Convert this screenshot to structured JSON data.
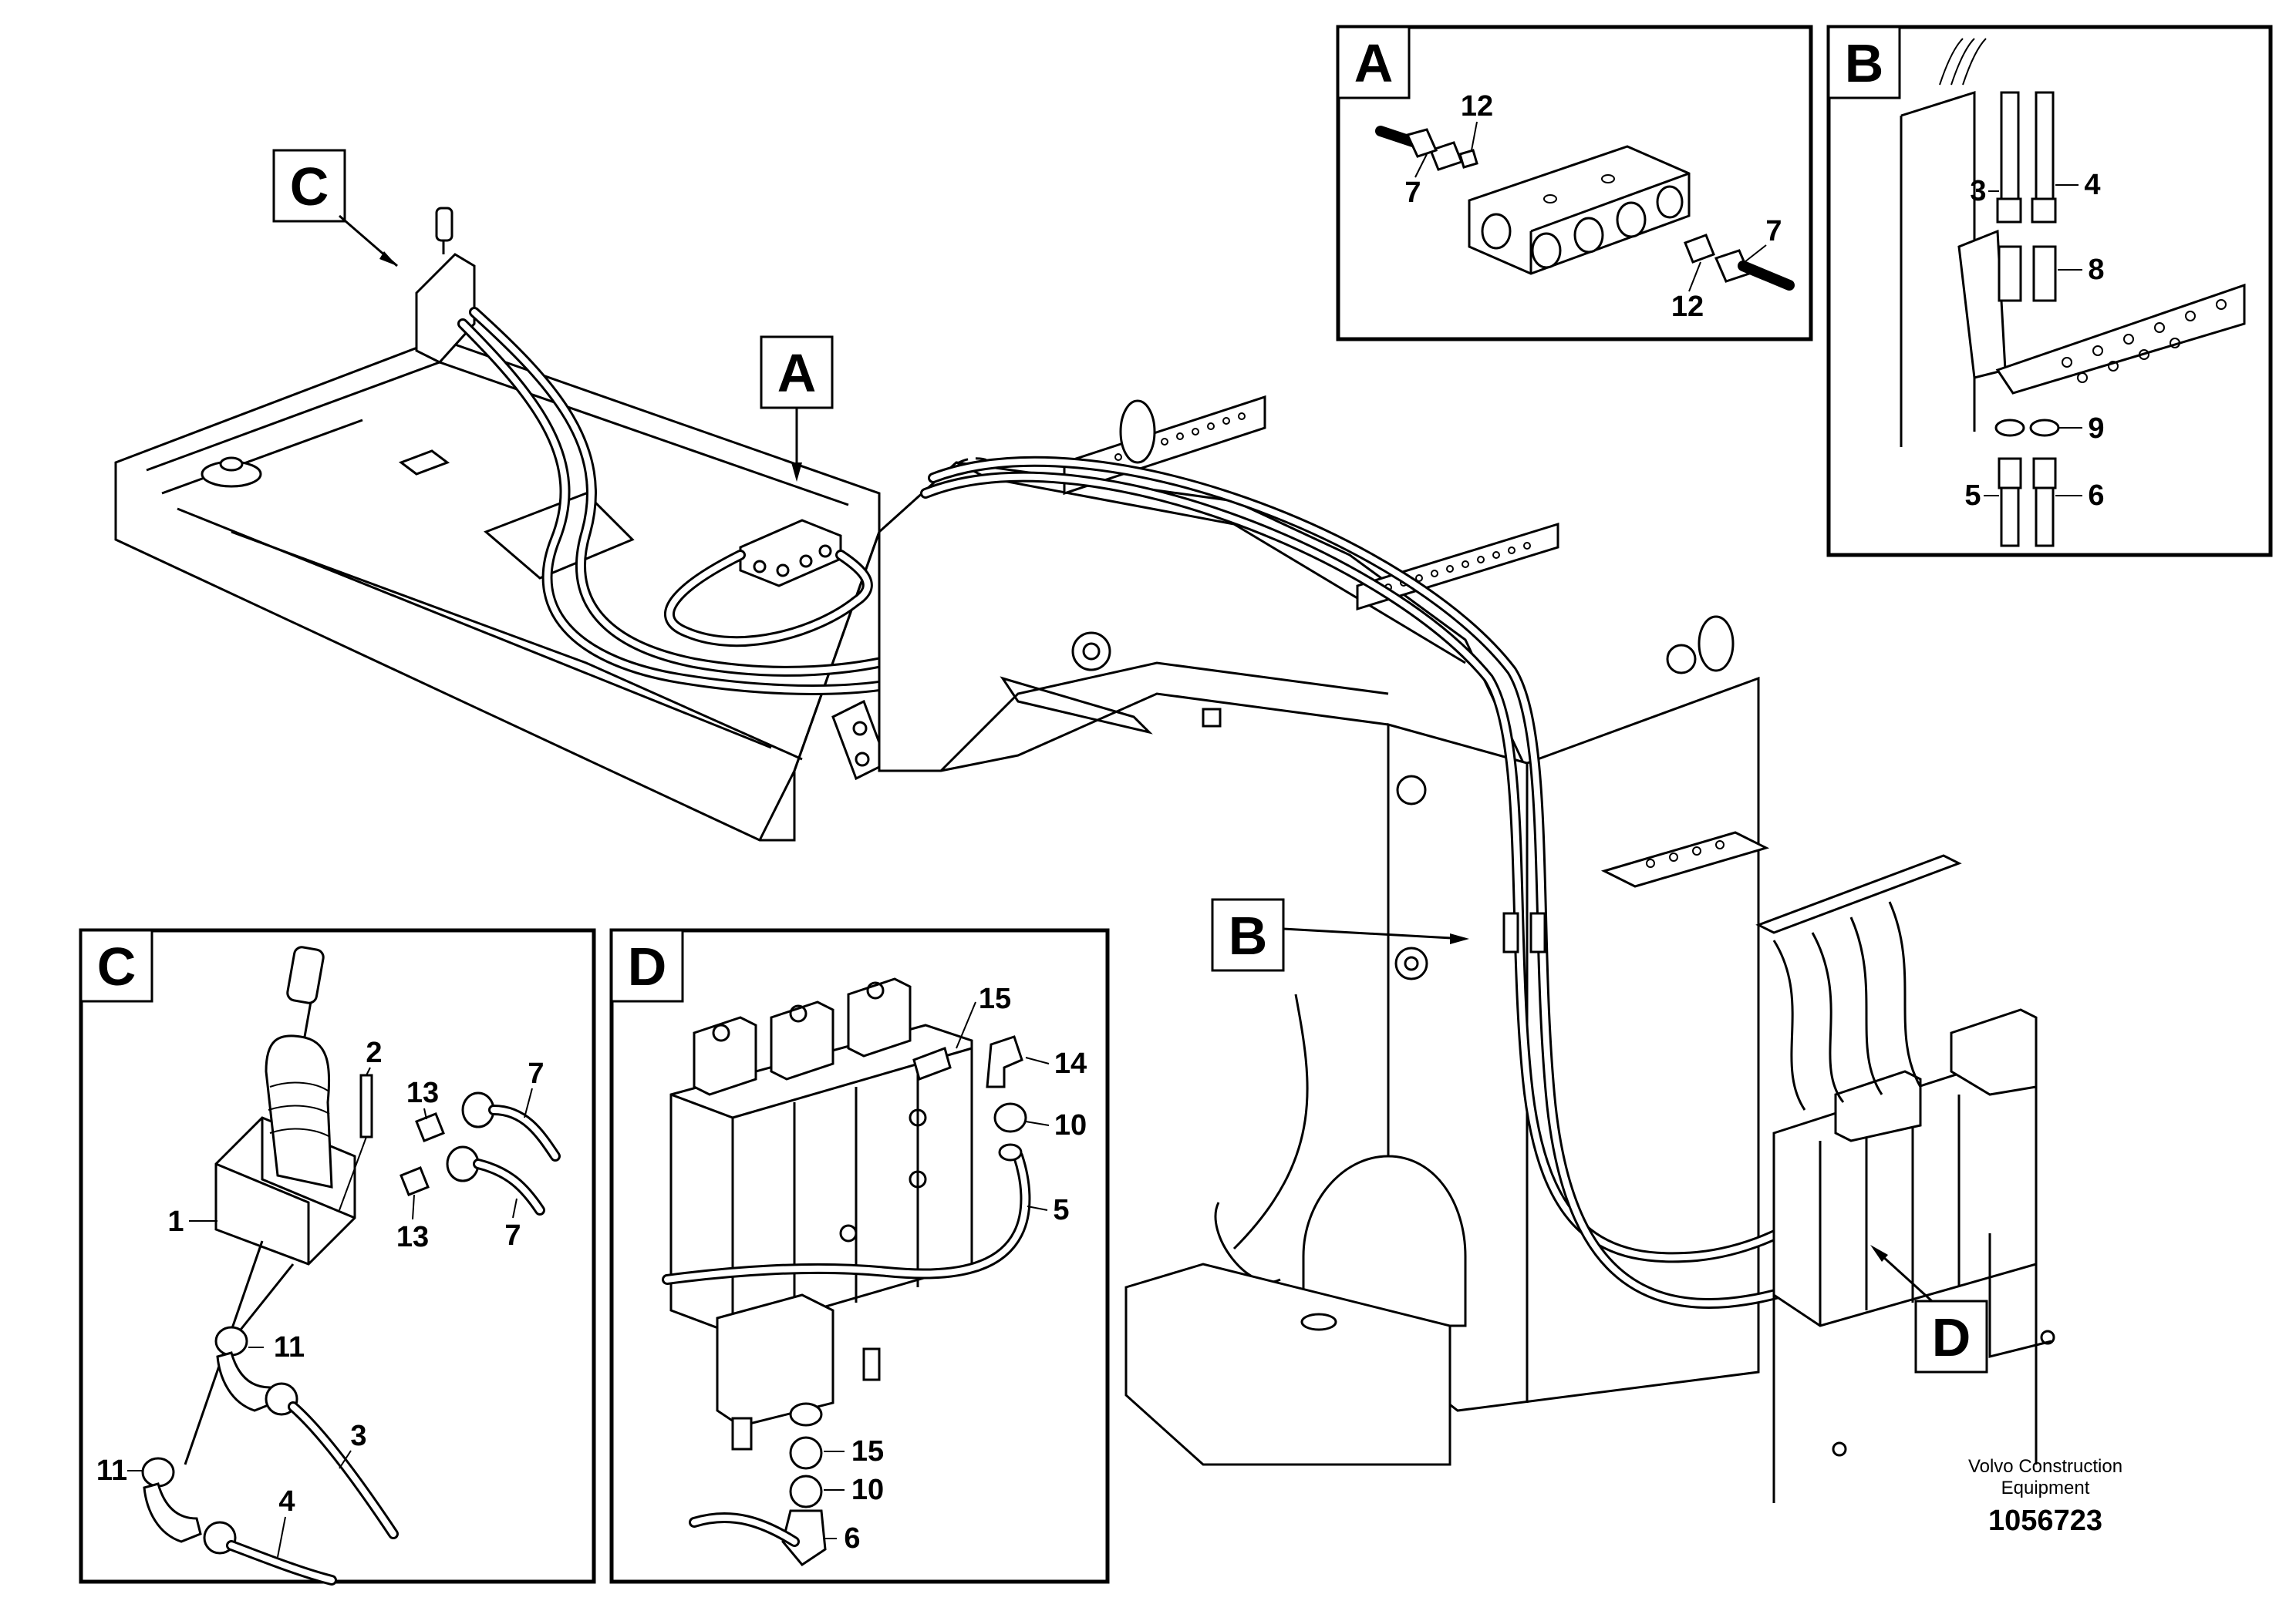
{
  "detail_labels": {
    "a": "A",
    "b": "B",
    "c": "C",
    "d": "D"
  },
  "part_callouts": {
    "c1": "1",
    "c2": "2",
    "c3": "3",
    "c4": "4",
    "c5": "5",
    "c6": "6",
    "c7": "7",
    "c8": "8",
    "c9": "9",
    "c10": "10",
    "c11": "11",
    "c12": "12",
    "c13": "13",
    "c14": "14",
    "c15": "15"
  },
  "footer": {
    "manufacturer_line1": "Volvo Construction",
    "manufacturer_line2": "Equipment",
    "drawing_number": "1056723"
  },
  "line_color": "#000000",
  "background_color": "#ffffff"
}
